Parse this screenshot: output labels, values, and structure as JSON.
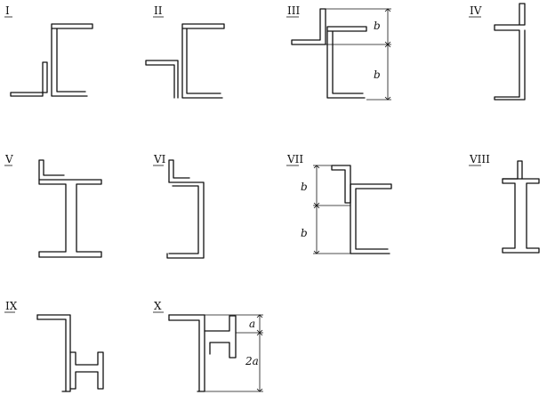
{
  "panels": [
    {
      "label": "I"
    },
    {
      "label": "II"
    },
    {
      "label": "III",
      "dims": [
        "b",
        "b"
      ]
    },
    {
      "label": "IV"
    },
    {
      "label": "V"
    },
    {
      "label": "VI"
    },
    {
      "label": "VII",
      "dims": [
        "b",
        "b"
      ]
    },
    {
      "label": "VIII"
    },
    {
      "label": "IX"
    },
    {
      "label": "X",
      "dims": [
        "a",
        "2a"
      ]
    }
  ]
}
